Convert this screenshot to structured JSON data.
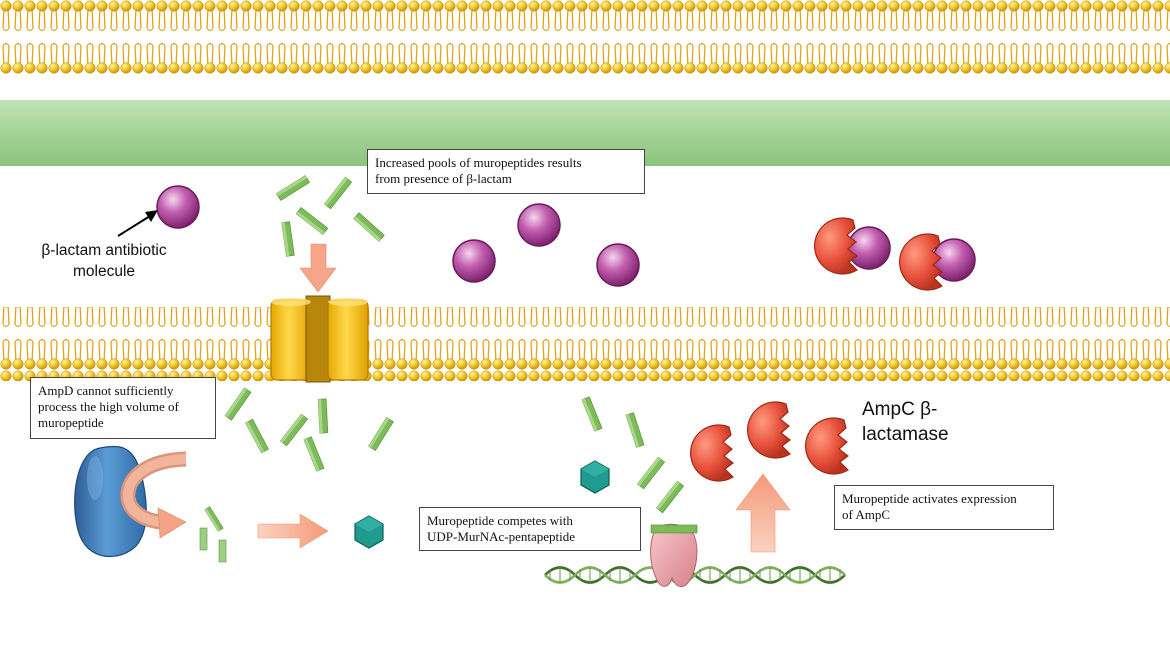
{
  "colors": {
    "membrane_head": "#f2c21b",
    "membrane_tail": "#e0a419",
    "peptidoglycan": "#a8d69b",
    "beta_lactam": "#b0479c",
    "muropeptide": "#67a83e",
    "hexagon": "#1f9c8f",
    "ampc": "#e8523c",
    "ampd": "#3f7fbf",
    "porin": "#f2c200",
    "arrow": "#f6a98a",
    "repressor": "#e8a6ad",
    "dna": "#5a8a3e"
  },
  "labels": {
    "beta_lactam_line1": "β-lactam antibiotic",
    "beta_lactam_line2": "molecule",
    "ampc_line1": "AmpC β-",
    "ampc_line2": "lactamase"
  },
  "boxes": {
    "increased_pools_line1": "Increased pools of muropeptides results",
    "increased_pools_line2": "from presence of β-lactam",
    "ampd_line1": "AmpD cannot sufficiently",
    "ampd_line2": "process the high volume of",
    "ampd_line3": "muropeptide",
    "competes_line1": "Muropeptide competes with",
    "competes_line2": "UDP-MurNAc-pentapeptide",
    "activates_line1": "Muropeptide activates expression",
    "activates_line2": "of AmpC"
  },
  "icons": {
    "beta_lactam": "purple-sphere-icon",
    "muropeptide": "green-rod-icon",
    "porin": "porin-channel-icon",
    "ampd": "ampd-enzyme-icon",
    "ampc": "ampc-enzyme-icon",
    "hexagon": "udp-murnac-hexagon-icon",
    "dna": "dna-helix-icon"
  }
}
